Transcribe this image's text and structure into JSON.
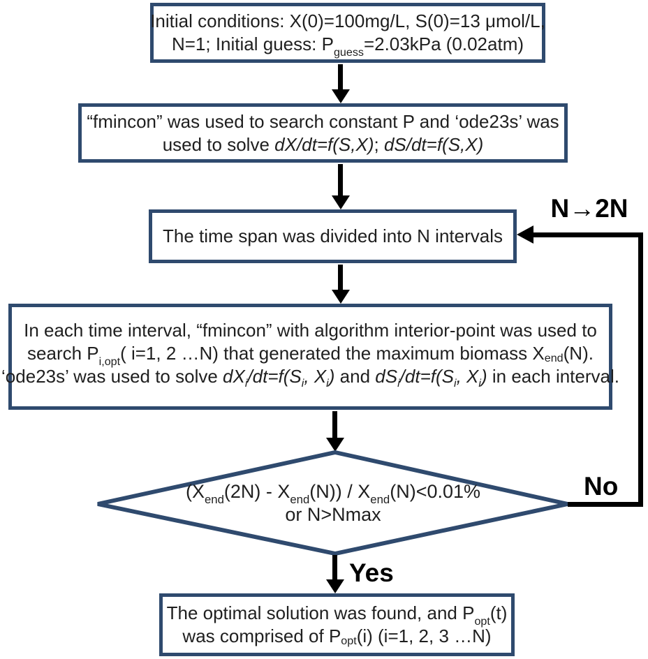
{
  "colors": {
    "box_border": "#2F4A6E",
    "arrow": "#000000",
    "text": "#1F1F1F",
    "background": "#FFFFFF"
  },
  "labels": {
    "n_to_2n": "N→2N",
    "no": "No",
    "yes": "Yes"
  },
  "nodes": {
    "initial": {
      "lines": [
        [
          [
            "n",
            "Initial conditions: X(0)=100mg/L,  S(0)=13 μmol/L,"
          ]
        ],
        [
          [
            "n",
            "N=1; Initial guess: P"
          ],
          [
            "sub",
            "guess"
          ],
          [
            "n",
            "=2.03kPa (0.02atm)"
          ]
        ]
      ]
    },
    "fmincon": {
      "lines": [
        [
          [
            "n",
            "“fmincon” was used to search constant P and ‘ode23s’ was"
          ]
        ],
        [
          [
            "n",
            "used to solve "
          ],
          [
            "i",
            "dX/dt=f(S,X)"
          ],
          [
            "n",
            "; "
          ],
          [
            "i",
            "dS/dt=f(S,X)"
          ]
        ]
      ]
    },
    "timespan": {
      "lines": [
        [
          [
            "n",
            "The time span was divided into N intervals"
          ]
        ]
      ]
    },
    "interval": {
      "lines": [
        [
          [
            "n",
            "In each time interval, “fmincon” with algorithm interior-point was used to"
          ]
        ],
        [
          [
            "n",
            "search P"
          ],
          [
            "sub",
            "i,opt"
          ],
          [
            "n",
            "( i=1, 2 …N) that generated the maximum biomass X"
          ],
          [
            "ssub",
            "end"
          ],
          [
            "n",
            "(N)."
          ]
        ],
        [
          [
            "n",
            "‘ode23s’ was used to solve "
          ],
          [
            "i",
            "dX"
          ],
          [
            "isub",
            "i"
          ],
          [
            "i",
            "/dt=f(S"
          ],
          [
            "isub",
            "i"
          ],
          [
            "i",
            ", X"
          ],
          [
            "isub",
            "i"
          ],
          [
            "i",
            ")"
          ],
          [
            "n",
            " and "
          ],
          [
            "i",
            "dS"
          ],
          [
            "isub",
            "i"
          ],
          [
            "i",
            "/dt=f(S"
          ],
          [
            "isub",
            "i"
          ],
          [
            "i",
            ", X"
          ],
          [
            "isub",
            "i"
          ],
          [
            "i",
            ")"
          ],
          [
            "n",
            " in each interval."
          ]
        ]
      ]
    },
    "decision": {
      "lines": [
        [
          [
            "n",
            "(X"
          ],
          [
            "sub",
            "end"
          ],
          [
            "n",
            "(2N) - X"
          ],
          [
            "sub",
            "end"
          ],
          [
            "n",
            "(N)) / X"
          ],
          [
            "sub",
            "end"
          ],
          [
            "n",
            "(N)<0.01%"
          ]
        ],
        [
          [
            "n",
            "or N>Nmax"
          ]
        ]
      ]
    },
    "optimal": {
      "lines": [
        [
          [
            "n",
            "The optimal solution was found, and P"
          ],
          [
            "sub",
            "opt"
          ],
          [
            "n",
            "(t)"
          ]
        ],
        [
          [
            "n",
            "was comprised of P"
          ],
          [
            "ssub",
            "opt"
          ],
          [
            "n",
            "(i) (i=1, 2, 3 …N)"
          ]
        ]
      ]
    }
  }
}
